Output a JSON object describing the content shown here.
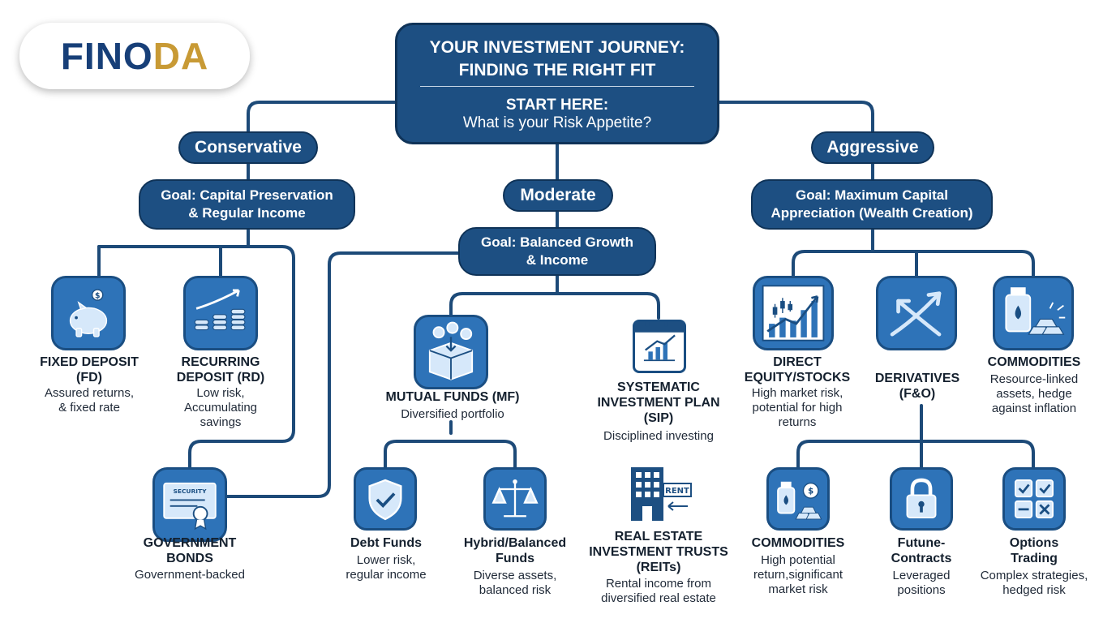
{
  "logo": {
    "part1": "FINO",
    "part2": "DA"
  },
  "title": {
    "line1": "YOUR INVESTMENT JOURNEY:",
    "line2": "FINDING THE RIGHT FIT",
    "start": "START HERE:",
    "question": "What is your Risk Appetite?"
  },
  "levels": {
    "conservative": "Conservative",
    "moderate": "Moderate",
    "aggressive": "Aggressive"
  },
  "goals": {
    "conservative": {
      "line1": "Goal: Capital Preservation",
      "line2": "& Regular Income"
    },
    "moderate": {
      "line1": "Goal: Balanced Growth",
      "line2": "& Income"
    },
    "aggressive": {
      "line1": "Goal: Maximum Capital",
      "line2": "Appreciation (Wealth Creation)"
    }
  },
  "nodes": {
    "fd": {
      "name": [
        "FIXED DEPOSIT",
        "(FD)"
      ],
      "desc": [
        "Assured returns,",
        "& fixed rate"
      ],
      "icon": "piggy-bank-icon"
    },
    "rd": {
      "name": [
        "RECURRING",
        "DEPOSIT (RD)"
      ],
      "desc": [
        "Low risk,",
        "Accumulating",
        "savings"
      ],
      "icon": "coin-stacks-icon"
    },
    "bonds": {
      "name": [
        "GOVERNMENT",
        "BONDS"
      ],
      "desc": [
        "Government-backed"
      ],
      "icon": "security-certificate-icon",
      "icon_text": "SECURITY"
    },
    "mf": {
      "name": [
        "MUTUAL FUNDS (MF)"
      ],
      "desc": [
        "Diversified portfolio"
      ],
      "icon": "fund-box-icon"
    },
    "sip": {
      "name": [
        "SYSTEMATIC",
        "INVESTMENT PLAN",
        "(SIP)"
      ],
      "desc": [
        "Disciplined investing"
      ],
      "icon": "calendar-chart-icon"
    },
    "debt": {
      "name": [
        "Debt Funds"
      ],
      "desc": [
        "Lower risk,",
        "regular income"
      ],
      "icon": "shield-check-icon"
    },
    "hybrid": {
      "name": [
        "Hybrid/Balanced",
        "Funds"
      ],
      "desc": [
        "Diverse assets,",
        "balanced risk"
      ],
      "icon": "balance-scale-icon"
    },
    "reits": {
      "name": [
        "REAL ESTATE",
        "INVESTMENT TRUSTS",
        "(REITs)"
      ],
      "desc": [
        "Rental income from",
        "diversified real estate"
      ],
      "icon": "building-rent-icon",
      "icon_text": "RENT"
    },
    "equity": {
      "name": [
        "DIRECT",
        "EQUITY/STOCKS"
      ],
      "desc": [
        "High market risk,",
        "potential for high",
        "returns"
      ],
      "icon": "candlestick-chart-icon"
    },
    "derivatives": {
      "name": [
        "DERIVATIVES",
        "(F&O)"
      ],
      "desc": [],
      "icon": "crossing-arrows-icon"
    },
    "commodities_top": {
      "name": [
        "COMMODITIES"
      ],
      "desc": [
        "Resource-linked",
        "assets, hedge",
        "against inflation"
      ],
      "icon": "oil-gold-icon"
    },
    "commodities_sub": {
      "name": [
        "COMMODITIES"
      ],
      "desc": [
        "High potential",
        "return,significant",
        "market risk"
      ],
      "icon": "commodities-coin-icon"
    },
    "futures": {
      "name": [
        "Futune-",
        "Contracts"
      ],
      "desc": [
        "Leveraged",
        "positions"
      ],
      "icon": "padlock-icon"
    },
    "options": {
      "name": [
        "Options",
        "Trading"
      ],
      "desc": [
        "Complex strategies,",
        "hedged risk"
      ],
      "icon": "options-grid-icon"
    }
  },
  "colors": {
    "primary": "#1d4f82",
    "border": "#0f3358",
    "icon_bg": "#2e73b8",
    "logo_blue": "#173f78",
    "logo_gold": "#c89a35"
  }
}
